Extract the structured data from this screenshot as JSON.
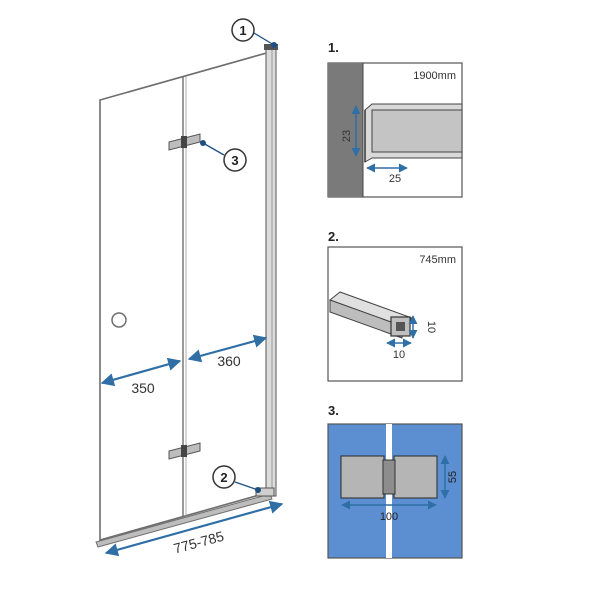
{
  "main": {
    "dims": {
      "left_panel": "350",
      "right_panel": "360",
      "total": "775-785"
    },
    "callouts": [
      "1",
      "2",
      "3"
    ]
  },
  "details": [
    {
      "title": "1.",
      "length_label": "1900mm",
      "height": "23",
      "width": "25"
    },
    {
      "title": "2.",
      "length_label": "745mm",
      "height": "10",
      "width": "10"
    },
    {
      "title": "3.",
      "height": "55",
      "width": "100"
    }
  ],
  "colors": {
    "accent": "#2f6fa6",
    "callout": "#1f4f82",
    "glass_bg": "#5b8fd1",
    "wall": "#7a7a7a"
  }
}
